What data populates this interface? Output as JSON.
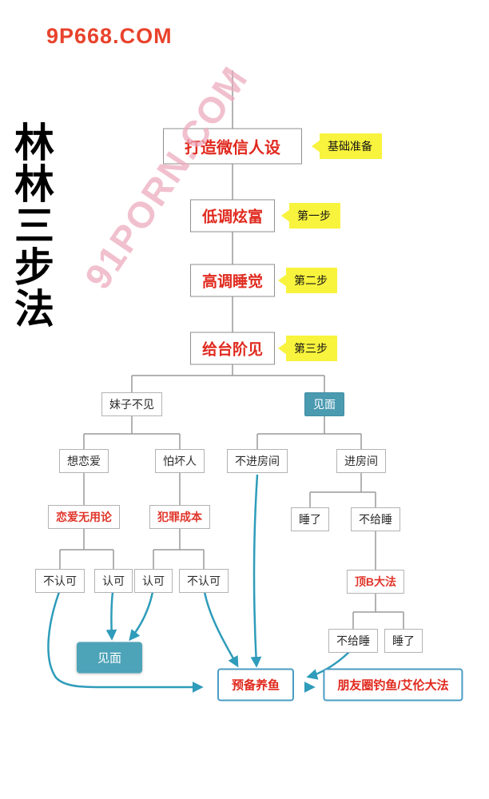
{
  "page": {
    "site_badge": "9P668.COM",
    "watermark": "91PORN.COM",
    "side_title": "林林三步法"
  },
  "colors": {
    "accent_red": "#e0291e",
    "callout_yellow": "#f8f33c",
    "teal": "#4a9ab0",
    "arrow_teal": "#2e9cba",
    "connector_gray": "#9a9a9a",
    "watermark_pink": "#eda9bc"
  },
  "flowchart": {
    "steps": [
      {
        "label": "打造微信人设",
        "callout": "基础准备"
      },
      {
        "label": "低调炫富",
        "callout": "第一步"
      },
      {
        "label": "高调睡觉",
        "callout": "第二步"
      },
      {
        "label": "给台阶见",
        "callout": "第三步"
      }
    ],
    "nodes": {
      "no_meet": "妹子不见",
      "meet_top": "见面",
      "wants_love": "想恋爱",
      "fears_bad_people": "怕坏人",
      "no_enter_room": "不进房间",
      "enter_room": "进房间",
      "love_useless_theory": "恋爱无用论",
      "crime_cost": "犯罪成本",
      "slept_1": "睡了",
      "no_sleep_1": "不给睡",
      "disagree_1": "不认可",
      "agree_1": "认可",
      "agree_2": "认可",
      "disagree_2": "不认可",
      "top_b_method": "顶B大法",
      "no_sleep_2": "不给睡",
      "slept_2": "睡了",
      "meet_bottom": "见面",
      "prepare_fish": "预备养鱼",
      "moments_fishing": "朋友圈钓鱼/艾伦大法"
    }
  }
}
